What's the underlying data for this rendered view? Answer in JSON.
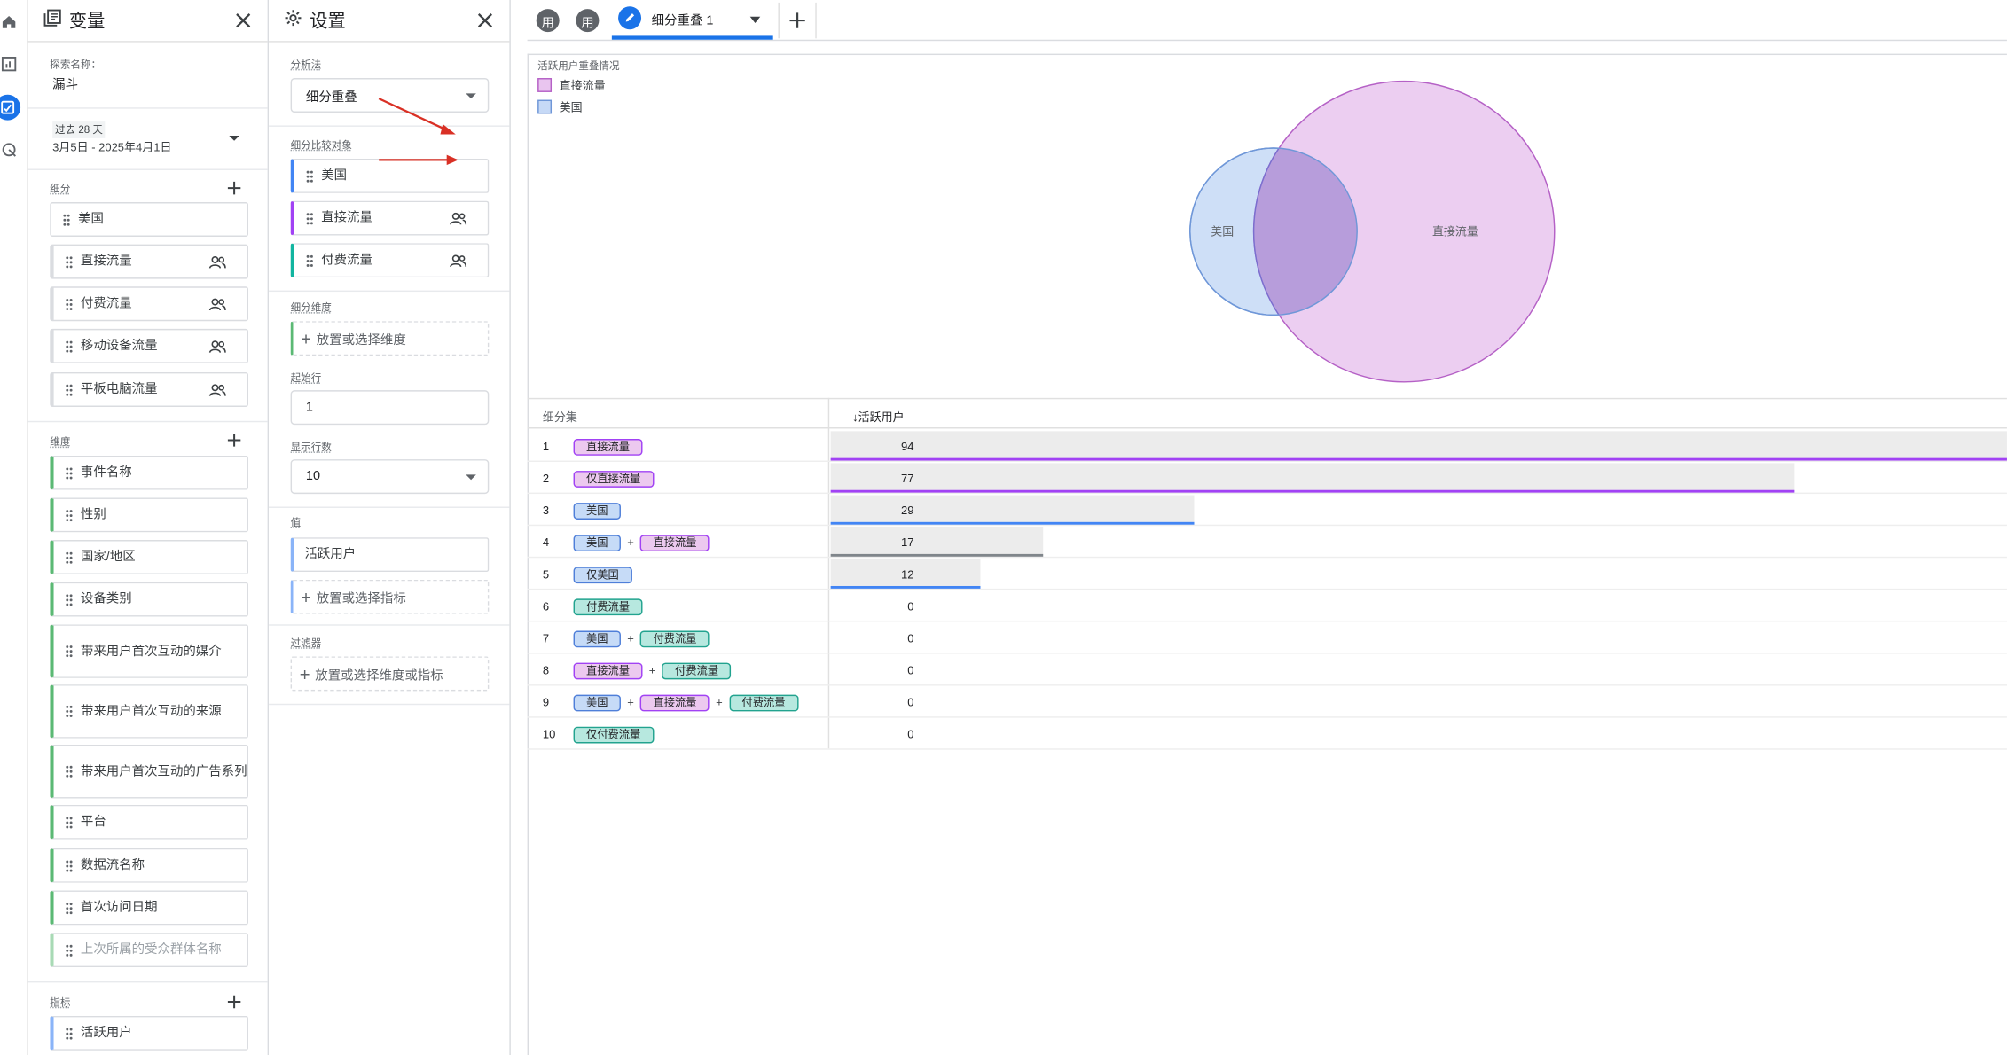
{
  "rail": {
    "icons": [
      "home-icon",
      "reports-icon",
      "explore-icon",
      "advertising-icon"
    ]
  },
  "variables_panel": {
    "title": "变量",
    "explore_name_label": "探索名称：",
    "explore_name": "漏斗",
    "date_badge": "过去 28 天",
    "date_range": "3月5日 - 2025年4月1日",
    "segments_label": "细分",
    "segments": [
      {
        "label": "美国",
        "people": false
      },
      {
        "label": "直接流量",
        "people": true
      },
      {
        "label": "付费流量",
        "people": true
      },
      {
        "label": "移动设备流量",
        "people": true
      },
      {
        "label": "平板电脑流量",
        "people": true
      }
    ],
    "dimensions_label": "维度",
    "dimensions": [
      "事件名称",
      "性别",
      "国家/地区",
      "设备类别",
      "带来用户首次互动的媒介",
      "带来用户首次互动的来源",
      "带来用户首次互动的广告系列",
      "平台",
      "数据流名称",
      "首次访问日期",
      "上次所属的受众群体名称"
    ],
    "metrics_label": "指标",
    "metrics": [
      "活跃用户"
    ]
  },
  "settings_panel": {
    "title": "设置",
    "technique_label": "分析法",
    "technique_value": "细分重叠",
    "compare_label": "细分比较对象",
    "compare_segments": [
      {
        "label": "美国",
        "color": "#4285f4",
        "people": false
      },
      {
        "label": "直接流量",
        "color": "#a142f4",
        "people": true
      },
      {
        "label": "付费流量",
        "color": "#12b5a0",
        "people": true
      }
    ],
    "breakdown_label": "细分维度",
    "breakdown_drop": "放置或选择维度",
    "start_row_label": "起始行",
    "start_row_value": "1",
    "show_rows_label": "显示行数",
    "show_rows_value": "10",
    "values_label": "值",
    "values_item": "活跃用户",
    "values_drop": "放置或选择指标",
    "filters_label": "过滤器",
    "filters_drop": "放置或选择维度或指标"
  },
  "tabs": {
    "tab1": "用",
    "tab2": "用",
    "active_tab": "细分重叠 1"
  },
  "chart_data": {
    "type": "venn",
    "title": "活跃用户重叠情况",
    "legend": [
      {
        "name": "直接流量",
        "fill": "#e9c5ef",
        "stroke": "#b561c6"
      },
      {
        "name": "美国",
        "fill": "#c6d9f6",
        "stroke": "#6f97d8"
      }
    ],
    "sets": [
      {
        "name": "美国",
        "label": "美国",
        "value": 29
      },
      {
        "name": "直接流量",
        "label": "直接流量",
        "value": 94
      }
    ],
    "intersections": [
      {
        "sets": [
          "美国",
          "直接流量"
        ],
        "value": 17
      }
    ]
  },
  "table": {
    "col_segment": "细分集",
    "col_metric": "活跃用户",
    "sort_arrow": "↓",
    "max_value": 94,
    "rows": [
      {
        "n": "1",
        "segs": [
          {
            "label": "直接流量",
            "kind": "direct"
          }
        ],
        "value": 94,
        "line": "#a142f4"
      },
      {
        "n": "2",
        "segs": [
          {
            "label": "仅直接流量",
            "kind": "direct"
          }
        ],
        "value": 77,
        "line": "#a142f4"
      },
      {
        "n": "3",
        "segs": [
          {
            "label": "美国",
            "kind": "us"
          }
        ],
        "value": 29,
        "line": "#4285f4"
      },
      {
        "n": "4",
        "segs": [
          {
            "label": "美国",
            "kind": "us"
          },
          {
            "label": "直接流量",
            "kind": "direct"
          }
        ],
        "value": 17,
        "line": "#80868b"
      },
      {
        "n": "5",
        "segs": [
          {
            "label": "仅美国",
            "kind": "us"
          }
        ],
        "value": 12,
        "line": "#4285f4"
      },
      {
        "n": "6",
        "segs": [
          {
            "label": "付费流量",
            "kind": "paid"
          }
        ],
        "value": 0,
        "line": ""
      },
      {
        "n": "7",
        "segs": [
          {
            "label": "美国",
            "kind": "us"
          },
          {
            "label": "付费流量",
            "kind": "paid"
          }
        ],
        "value": 0,
        "line": ""
      },
      {
        "n": "8",
        "segs": [
          {
            "label": "直接流量",
            "kind": "direct"
          },
          {
            "label": "付费流量",
            "kind": "paid"
          }
        ],
        "value": 0,
        "line": ""
      },
      {
        "n": "9",
        "segs": [
          {
            "label": "美国",
            "kind": "us"
          },
          {
            "label": "直接流量",
            "kind": "direct"
          },
          {
            "label": "付费流量",
            "kind": "paid"
          }
        ],
        "value": 0,
        "line": ""
      },
      {
        "n": "10",
        "segs": [
          {
            "label": "仅付费流量",
            "kind": "paid"
          }
        ],
        "value": 0,
        "line": ""
      }
    ]
  }
}
